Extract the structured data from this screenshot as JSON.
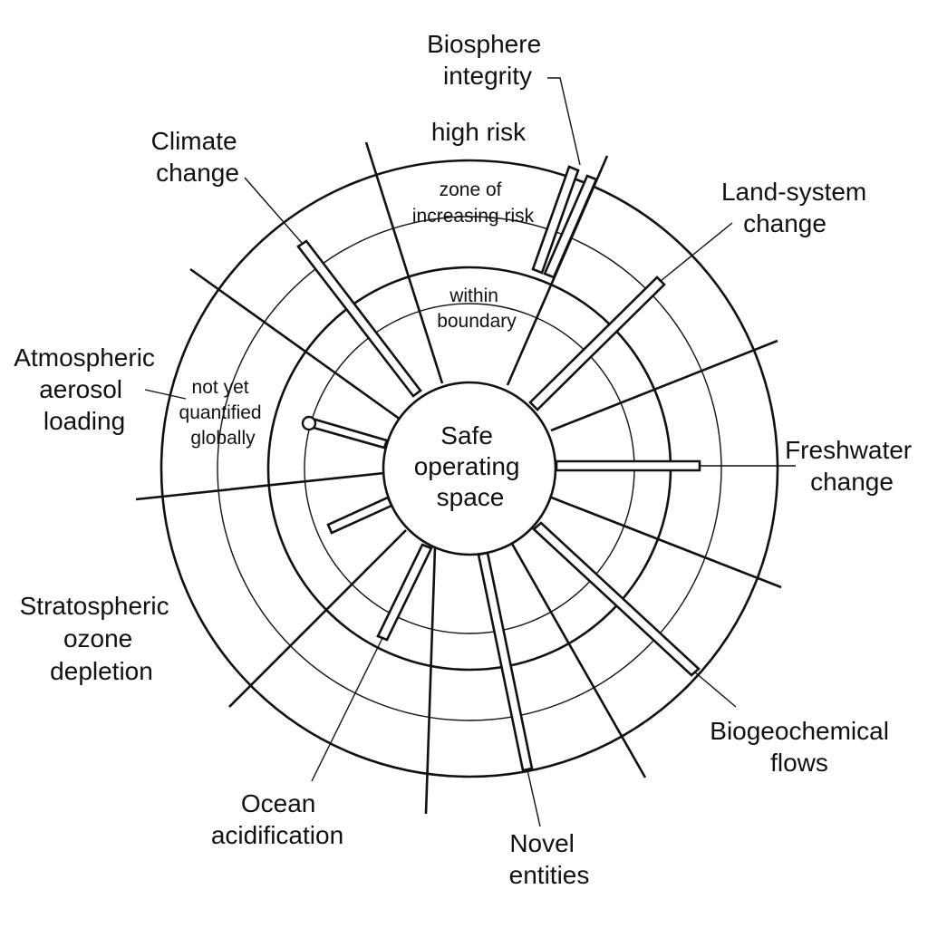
{
  "center": {
    "lines": [
      "Safe",
      "operating",
      "space"
    ]
  },
  "zones": {
    "high_risk": "high risk",
    "increasing_risk": [
      "zone of",
      "increasing risk"
    ],
    "within_boundary": [
      "within",
      "boundary"
    ],
    "not_quantified": [
      "not yet",
      "quantified",
      "globally"
    ]
  },
  "boundaries": {
    "biosphere_integrity": [
      "Biosphere",
      "integrity"
    ],
    "land_system_change": [
      "Land-system",
      "change"
    ],
    "freshwater_change": [
      "Freshwater",
      "change"
    ],
    "biogeochemical_flows": [
      "Biogeochemical",
      "flows"
    ],
    "novel_entities": [
      "Novel",
      "entities"
    ],
    "ocean_acidification": [
      "Ocean",
      "acidification"
    ],
    "stratospheric_ozone_depletion": [
      "Stratospheric",
      "ozone",
      "depletion"
    ],
    "atmospheric_aerosol_loading": [
      "Atmospheric",
      "aerosol",
      "loading"
    ],
    "climate_change": [
      "Climate",
      "change"
    ]
  }
}
